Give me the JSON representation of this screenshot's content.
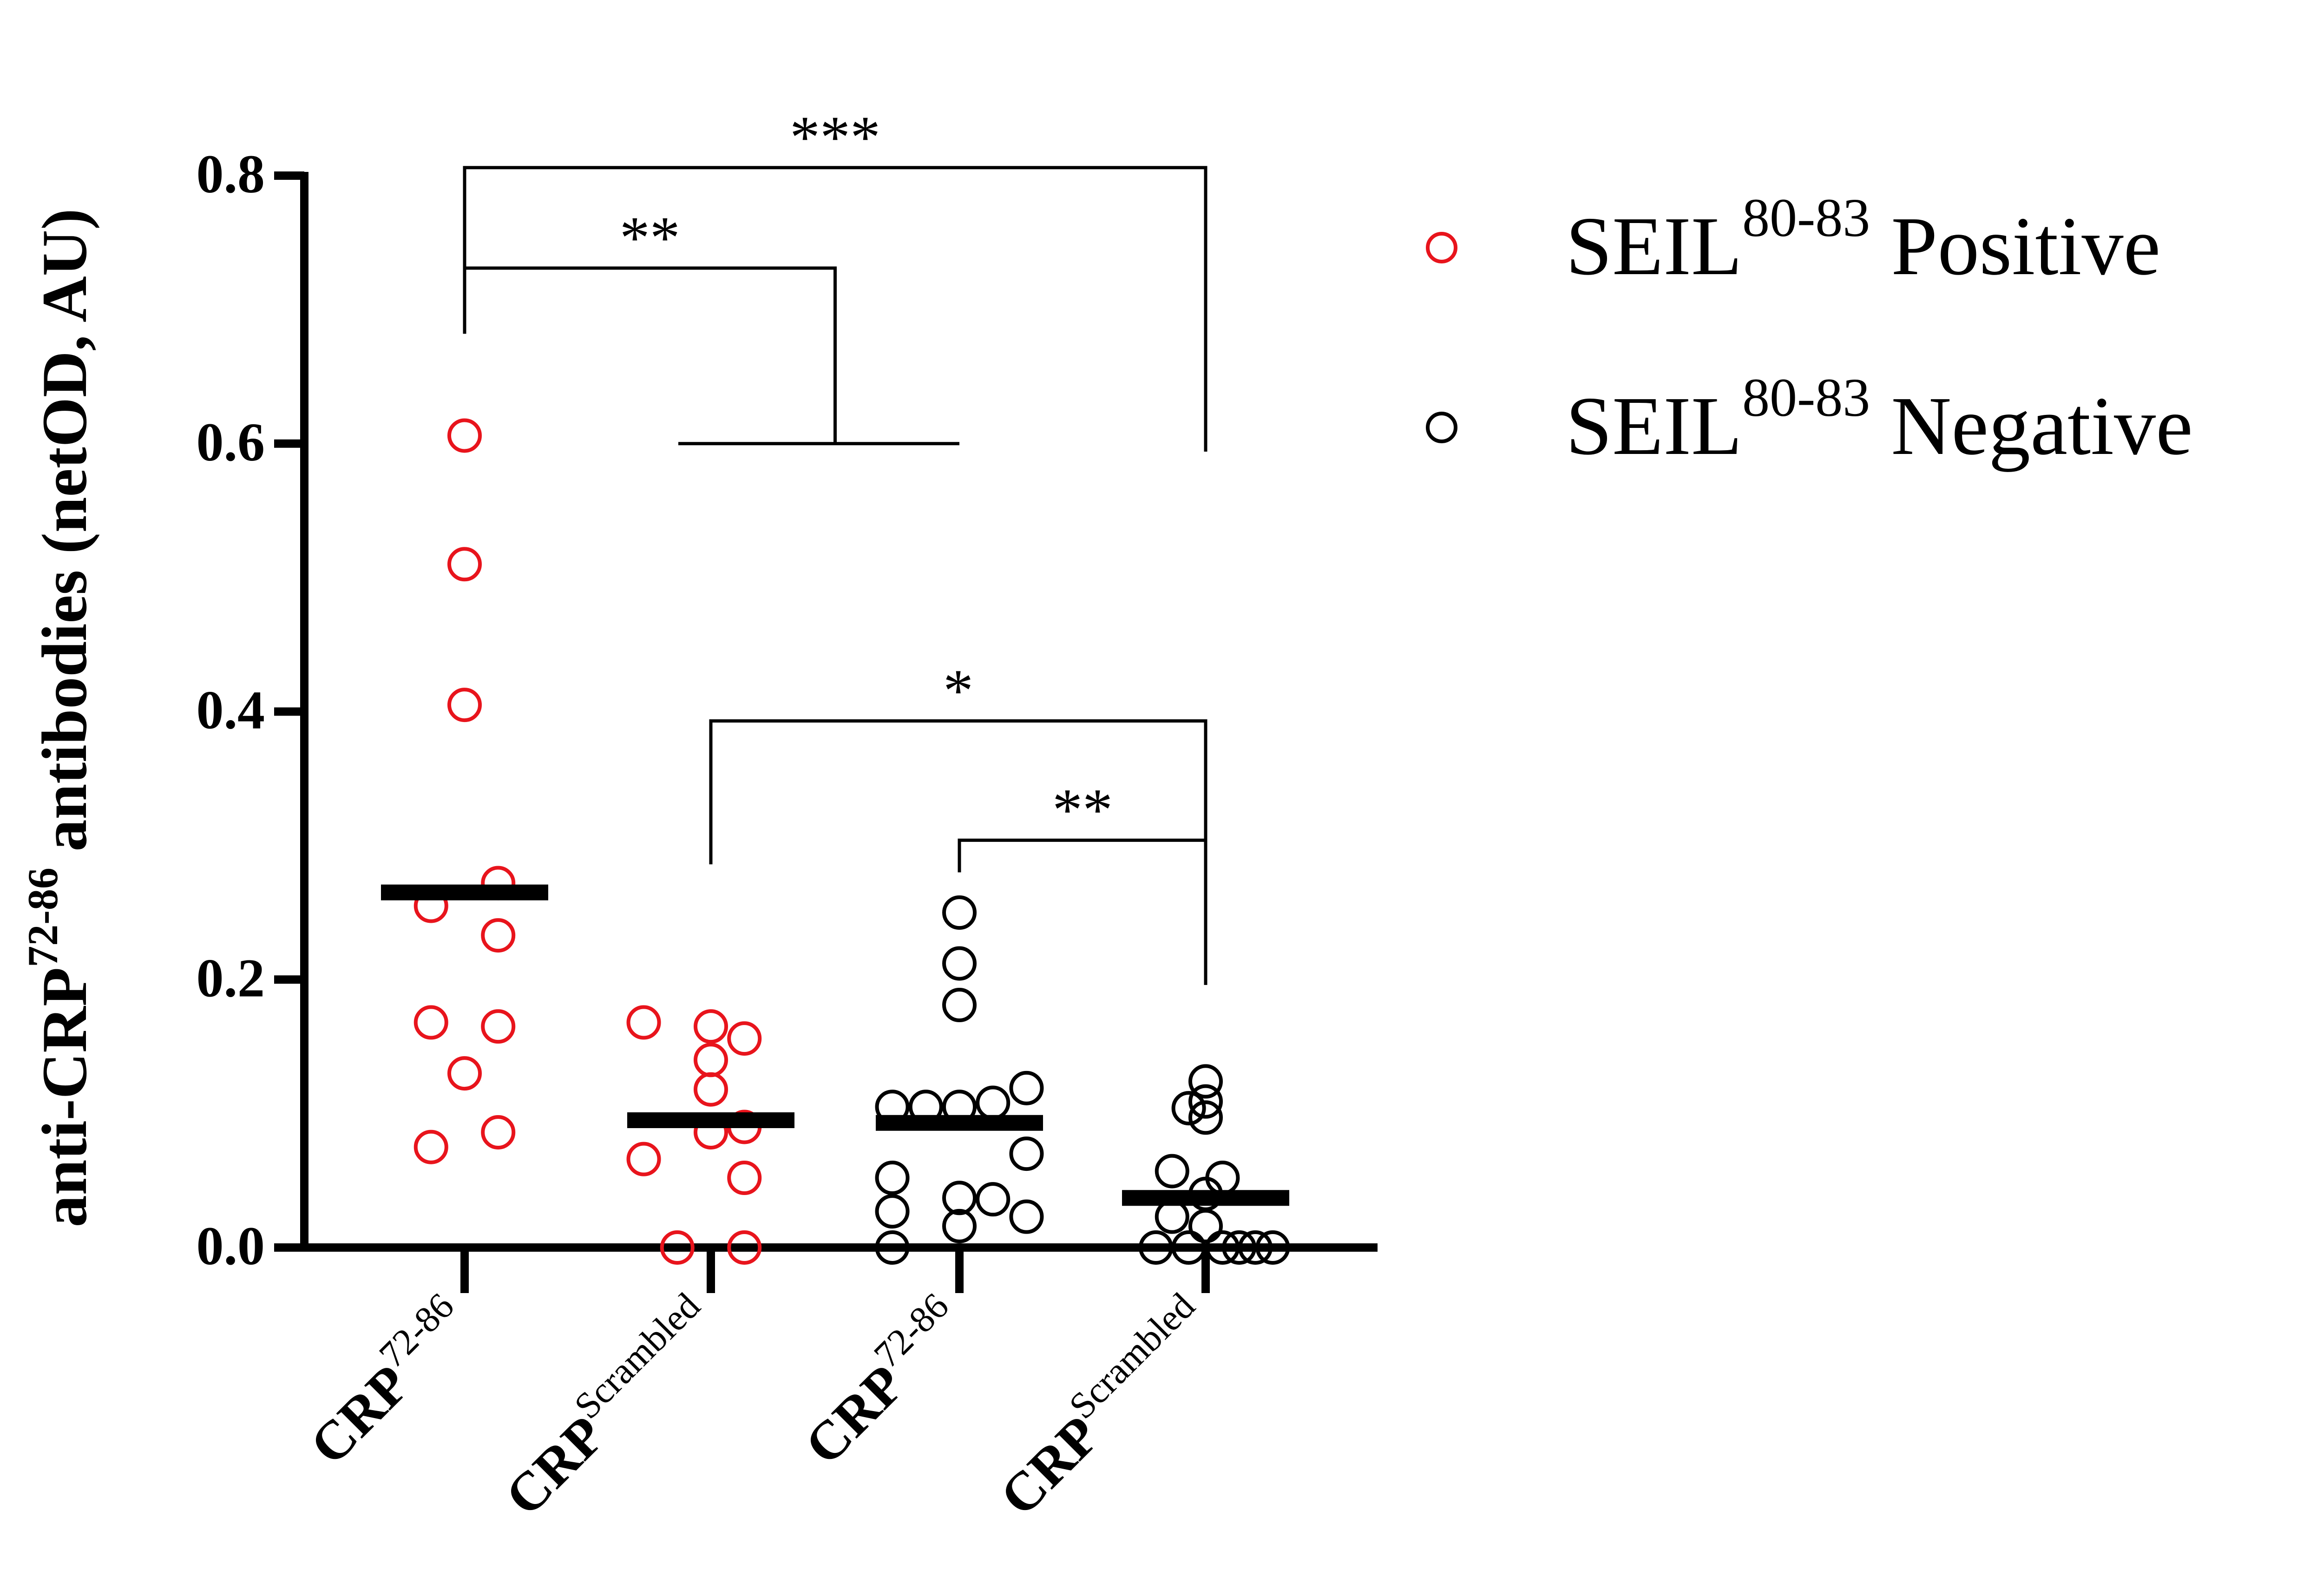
{
  "chart_data": {
    "type": "scatter",
    "title": "",
    "ylabel": {
      "prefix": "anti-CRP",
      "superscript": "72-86",
      "suffix": " antibodies (netOD, AU)"
    },
    "ylim": [
      0,
      0.8
    ],
    "yticks": [
      "0.0",
      "0.2",
      "0.4",
      "0.6",
      "0.8"
    ],
    "ytick_values": [
      0,
      0.2,
      0.4,
      0.6,
      0.8
    ],
    "grid": false,
    "legend_position": "top-right",
    "colors": {
      "positive": "#e8141c",
      "negative": "#000000",
      "axis": "#000000"
    },
    "categories": [
      {
        "base": "CRP",
        "superscript": "72-86"
      },
      {
        "base": "CRP",
        "superscript": "Scrambled"
      },
      {
        "base": "CRP",
        "superscript": "72-86"
      },
      {
        "base": "CRP",
        "superscript": "Scrambled"
      }
    ],
    "legend": [
      {
        "text": "SEIL",
        "superscript": "80-83",
        "suffix": " Positive",
        "color": "#e8141c"
      },
      {
        "text": "SEIL",
        "superscript": "80-83",
        "suffix": " Negative",
        "color": "#000000"
      }
    ],
    "series": [
      {
        "name": "SEIL 80-83 Positive",
        "color": "#e8141c",
        "groups": [
          {
            "category_index": 0,
            "median": 0.265,
            "points": [
              [
                0.0,
                0.606
              ],
              [
                0.0,
                0.51
              ],
              [
                0.0,
                0.405
              ],
              [
                -0.135,
                0.255
              ],
              [
                0.135,
                0.272
              ],
              [
                0.135,
                0.233
              ],
              [
                -0.135,
                0.168
              ],
              [
                0.135,
                0.165
              ],
              [
                0.0,
                0.13
              ],
              [
                -0.135,
                0.075
              ],
              [
                0.135,
                0.086
              ]
            ]
          },
          {
            "category_index": 1,
            "median": 0.095,
            "points": [
              [
                -0.27,
                0.168
              ],
              [
                0.0,
                0.165
              ],
              [
                0.135,
                0.156
              ],
              [
                0.0,
                0.14
              ],
              [
                0.0,
                0.118
              ],
              [
                0.135,
                0.09
              ],
              [
                0.0,
                0.086
              ],
              [
                -0.27,
                0.066
              ],
              [
                0.135,
                0.052
              ],
              [
                -0.135,
                0.0
              ],
              [
                0.135,
                0.0
              ]
            ]
          }
        ]
      },
      {
        "name": "SEIL 80-83 Negative",
        "color": "#000000",
        "groups": [
          {
            "category_index": 2,
            "median": 0.093,
            "points": [
              [
                0.0,
                0.25
              ],
              [
                0.0,
                0.212
              ],
              [
                0.0,
                0.181
              ],
              [
                -0.27,
                0.105
              ],
              [
                -0.135,
                0.105
              ],
              [
                0.0,
                0.105
              ],
              [
                0.135,
                0.108
              ],
              [
                0.27,
                0.119
              ],
              [
                0.27,
                0.07
              ],
              [
                -0.27,
                0.052
              ],
              [
                0.0,
                0.037
              ],
              [
                -0.27,
                0.027
              ],
              [
                0.135,
                0.036
              ],
              [
                0.27,
                0.023
              ],
              [
                0.0,
                0.016
              ],
              [
                -0.27,
                0.0
              ]
            ]
          },
          {
            "category_index": 3,
            "median": 0.037,
            "points": [
              [
                0.0,
                0.124
              ],
              [
                0.0,
                0.109
              ],
              [
                -0.068,
                0.104
              ],
              [
                0.0,
                0.097
              ],
              [
                -0.135,
                0.057
              ],
              [
                0.068,
                0.052
              ],
              [
                0.0,
                0.04
              ],
              [
                -0.135,
                0.023
              ],
              [
                0.0,
                0.016
              ],
              [
                -0.2,
                0.0
              ],
              [
                -0.068,
                0.0
              ],
              [
                0.068,
                0.0
              ],
              [
                0.135,
                0.0
              ],
              [
                0.2,
                0.0
              ],
              [
                0.27,
                0.0
              ]
            ]
          }
        ]
      }
    ],
    "significance": [
      {
        "label": "***",
        "type": "simple",
        "from": 0,
        "to": 3,
        "y": 0.806,
        "tick_from_y": 0.682,
        "tick_to_y": 0.594
      },
      {
        "label": "**",
        "type": "grouped",
        "from": 0,
        "to_center": 1.5,
        "to_span": [
          1.0,
          2.0
        ],
        "y": 0.731,
        "tick_from_y": 0.682,
        "tick_to_y": 0.6
      },
      {
        "label": "*",
        "type": "simple",
        "from": 1,
        "to": 3,
        "y": 0.393,
        "tick_from_y": 0.286,
        "tick_to_y": 0.196
      },
      {
        "label": "**",
        "type": "simple",
        "from": 2,
        "to": 3,
        "y": 0.304,
        "tick_from_y": 0.28,
        "tick_to_y": 0.196
      }
    ]
  }
}
